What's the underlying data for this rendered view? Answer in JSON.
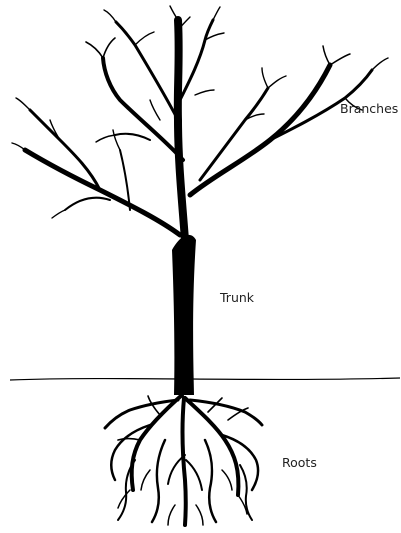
{
  "labels": {
    "branches": "Branches",
    "trunk": "Trunk",
    "roots": "Roots"
  },
  "colors": {
    "ink": "#000000",
    "background": "#ffffff"
  }
}
